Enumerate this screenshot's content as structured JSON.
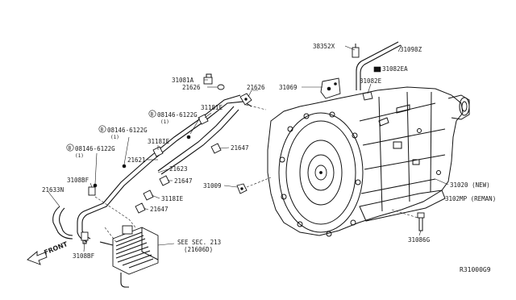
{
  "diagram_ref": "R31000G9",
  "front_label": "FRONT",
  "labels": {
    "p38352x": "38352X",
    "p31098z": "31098Z",
    "p31082ea": "31082EA",
    "p31069": "31069",
    "p31082e": "31082E",
    "p31081a": "31081A",
    "p21626a": "21626",
    "p21626b": "21626",
    "p3118ie_a": "3118IE",
    "p3118ie_b": "3118IE",
    "p3118ie_c": "3118IE",
    "b1_code": "08146-6122G",
    "b1_qty": "(1)",
    "b2_code": "08146-6122G",
    "b2_qty": "(1)",
    "b3_code": "08146-6122G",
    "b3_qty": "(1)",
    "bolt_letter": "B",
    "p21647a": "21647",
    "p21647b": "21647",
    "p21647c": "21647",
    "p21621": "21621",
    "p21623": "21623",
    "p3108bf_a": "3108BF",
    "p3108bf_b": "3108BF",
    "p21633n": "21633N",
    "p31009": "31009",
    "p31020": "31020 (NEW)",
    "p3102mp": "3102MP (REMAN)",
    "p31086g": "31086G",
    "see_sec_line1": "SEE SEC. 213",
    "see_sec_line2": "(21606D)"
  }
}
